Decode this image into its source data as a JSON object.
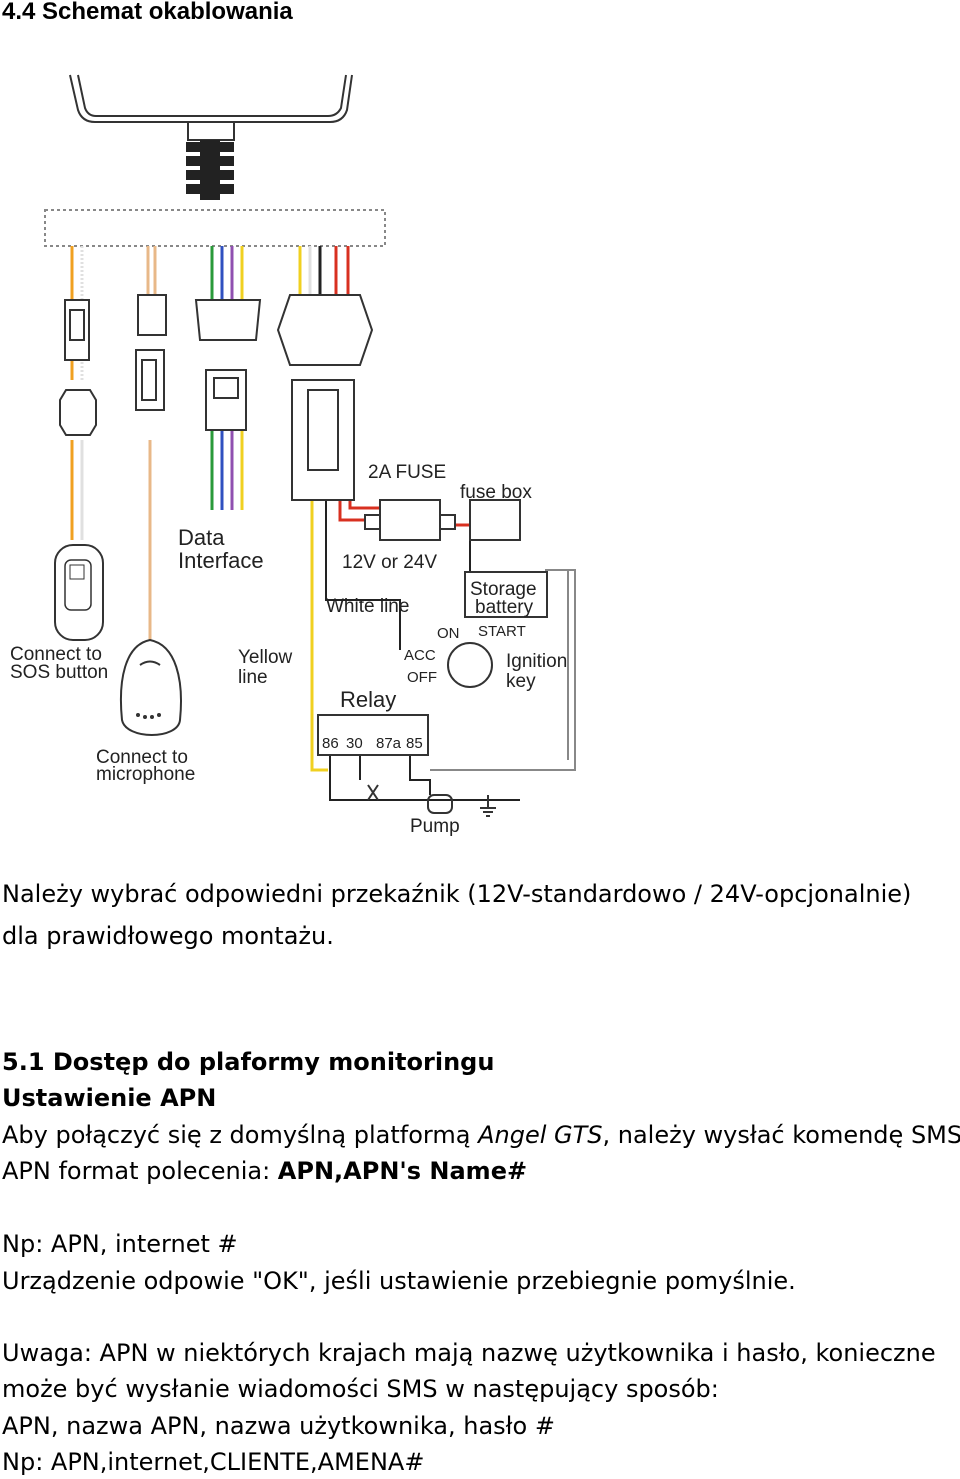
{
  "heading": "4.4 Schemat okablowania",
  "diagram": {
    "labels": {
      "data_interface_1": "Data",
      "data_interface_2": "Interface",
      "fuse": "2A FUSE",
      "fuse_box": "fuse box",
      "voltage": "12V or 24V",
      "white_line": "White line",
      "storage_1": "Storage",
      "storage_2": "battery",
      "on": "ON",
      "start": "START",
      "acc": "ACC",
      "off": "OFF",
      "ignition_1": "Ignition",
      "ignition_2": "key",
      "yellow_1": "Yellow",
      "yellow_2": "line",
      "relay": "Relay",
      "pin_86": "86",
      "pin_30": "30",
      "pin_87a": "87a",
      "pin_85": "85",
      "sos_1": "Connect to",
      "sos_2": "SOS button",
      "mic_1": "Connect to",
      "mic_2": "microphone",
      "pump": "Pump"
    },
    "colors": {
      "orange": "#f0a020",
      "tan": "#e8b888",
      "green": "#2a9a3a",
      "blue": "#3050c0",
      "purple": "#9050b0",
      "yellow": "#f0d020",
      "red": "#d83020",
      "black": "#222222",
      "white": "#e0e0e0"
    }
  },
  "text": {
    "relay_note_1": "Należy wybrać odpowiedni przekaźnik (12V-standardowo / 24V-opcjonalnie)",
    "relay_note_2": "dla prawidłowego montażu.",
    "section_title": "5.1 Dostęp do plaformy monitoringu",
    "apn_title": "Ustawienie APN",
    "apn_intro_pre": "Aby połączyć się z domyślną platformą ",
    "apn_intro_em": "Angel GTS",
    "apn_intro_post": ", należy wysłać komendę SMS:",
    "apn_format_pre": "APN format polecenia: ",
    "apn_format_cmd": "APN,APN's Name#",
    "example": "Np: APN, internet #",
    "reply": "Urządzenie odpowie \"OK\", jeśli ustawienie przebiegnie pomyślnie.",
    "note_1": "Uwaga: APN w niektórych krajach mają nazwę użytkownika i hasło, konieczne",
    "note_2": "może być wysłanie wiadomości SMS w następujący sposób:",
    "note_3": "APN, nazwa APN, nazwa użytkownika, hasło #",
    "note_4": "Np: APN,internet,CLIENTE,AMENA#"
  }
}
